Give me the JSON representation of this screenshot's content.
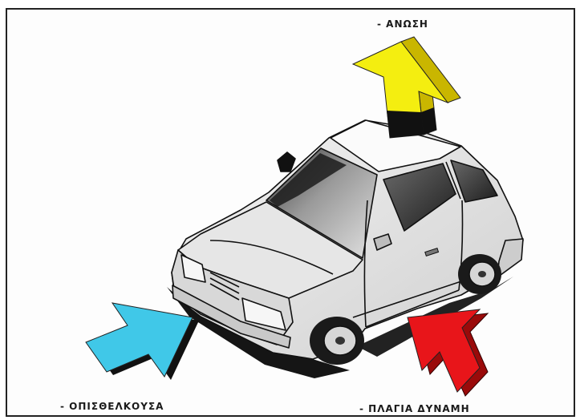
{
  "labels": {
    "lift": "- ΑΝΩΣΗ",
    "drag": "- ΟΠΙΣΘΕΛΚΟΥΣΑ",
    "side_force": "- ΠΛΑΓΙΑ ΔΥΝΑΜΗ"
  },
  "colors": {
    "lift_arrow": "#f4ee10",
    "drag_arrow": "#40c8e8",
    "side_force_arrow": "#e8151a"
  }
}
